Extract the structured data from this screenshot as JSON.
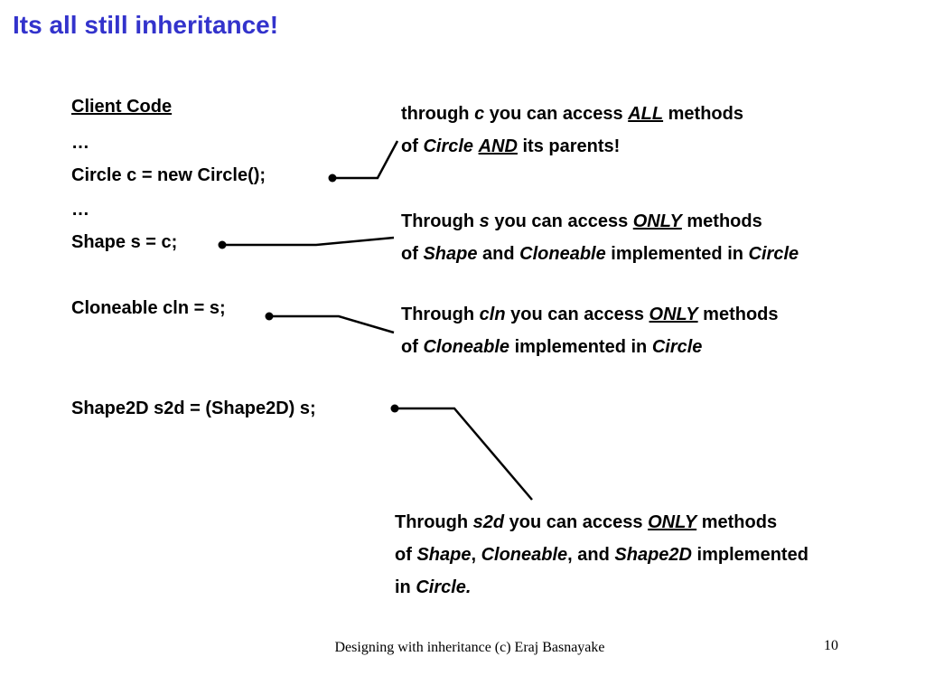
{
  "slide": {
    "title": "Its all still inheritance!",
    "code": {
      "heading": "Client Code",
      "lines": [
        "…",
        "Circle c = new Circle();",
        "…",
        "Shape s = c;",
        "Cloneable cln = s;",
        "Shape2D s2d = (Shape2D) s;"
      ]
    },
    "notes": {
      "n1": {
        "l1a": "through ",
        "l1b": "c",
        "l1c": " you can access ",
        "l1d": "ALL",
        "l1e": " methods",
        "l2a": "of ",
        "l2b": "Circle",
        "l2c": " ",
        "l2d": "AND",
        "l2e": " its parents!"
      },
      "n2": {
        "l1a": "Through ",
        "l1b": "s",
        "l1c": " you can access ",
        "l1d": "ONLY",
        "l1e": " methods",
        "l2a": "of ",
        "l2b": "Shape",
        "l2c": " and ",
        "l2d": "Cloneable",
        "l2e": " implemented in ",
        "l2f": "Circle"
      },
      "n3": {
        "l1a": "Through ",
        "l1b": "cln",
        "l1c": " you can access ",
        "l1d": "ONLY",
        "l1e": " methods",
        "l2a": "of ",
        "l2b": "Cloneable",
        "l2c": " implemented in ",
        "l2d": "Circle"
      },
      "n4": {
        "l1a": "Through ",
        "l1b": "s2d",
        "l1c": " you can access ",
        "l1d": "ONLY",
        "l1e": " methods",
        "l2a": "of ",
        "l2b": "Shape",
        "l2c": ", ",
        "l2d": "Cloneable",
        "l2e": ", and ",
        "l2f": "Shape2D",
        "l2g": " implemented",
        "l3a": "in ",
        "l3b": "Circle."
      }
    },
    "footer": {
      "text": "Designing with inheritance (c) Eraj Basnayake",
      "page": "10"
    }
  }
}
